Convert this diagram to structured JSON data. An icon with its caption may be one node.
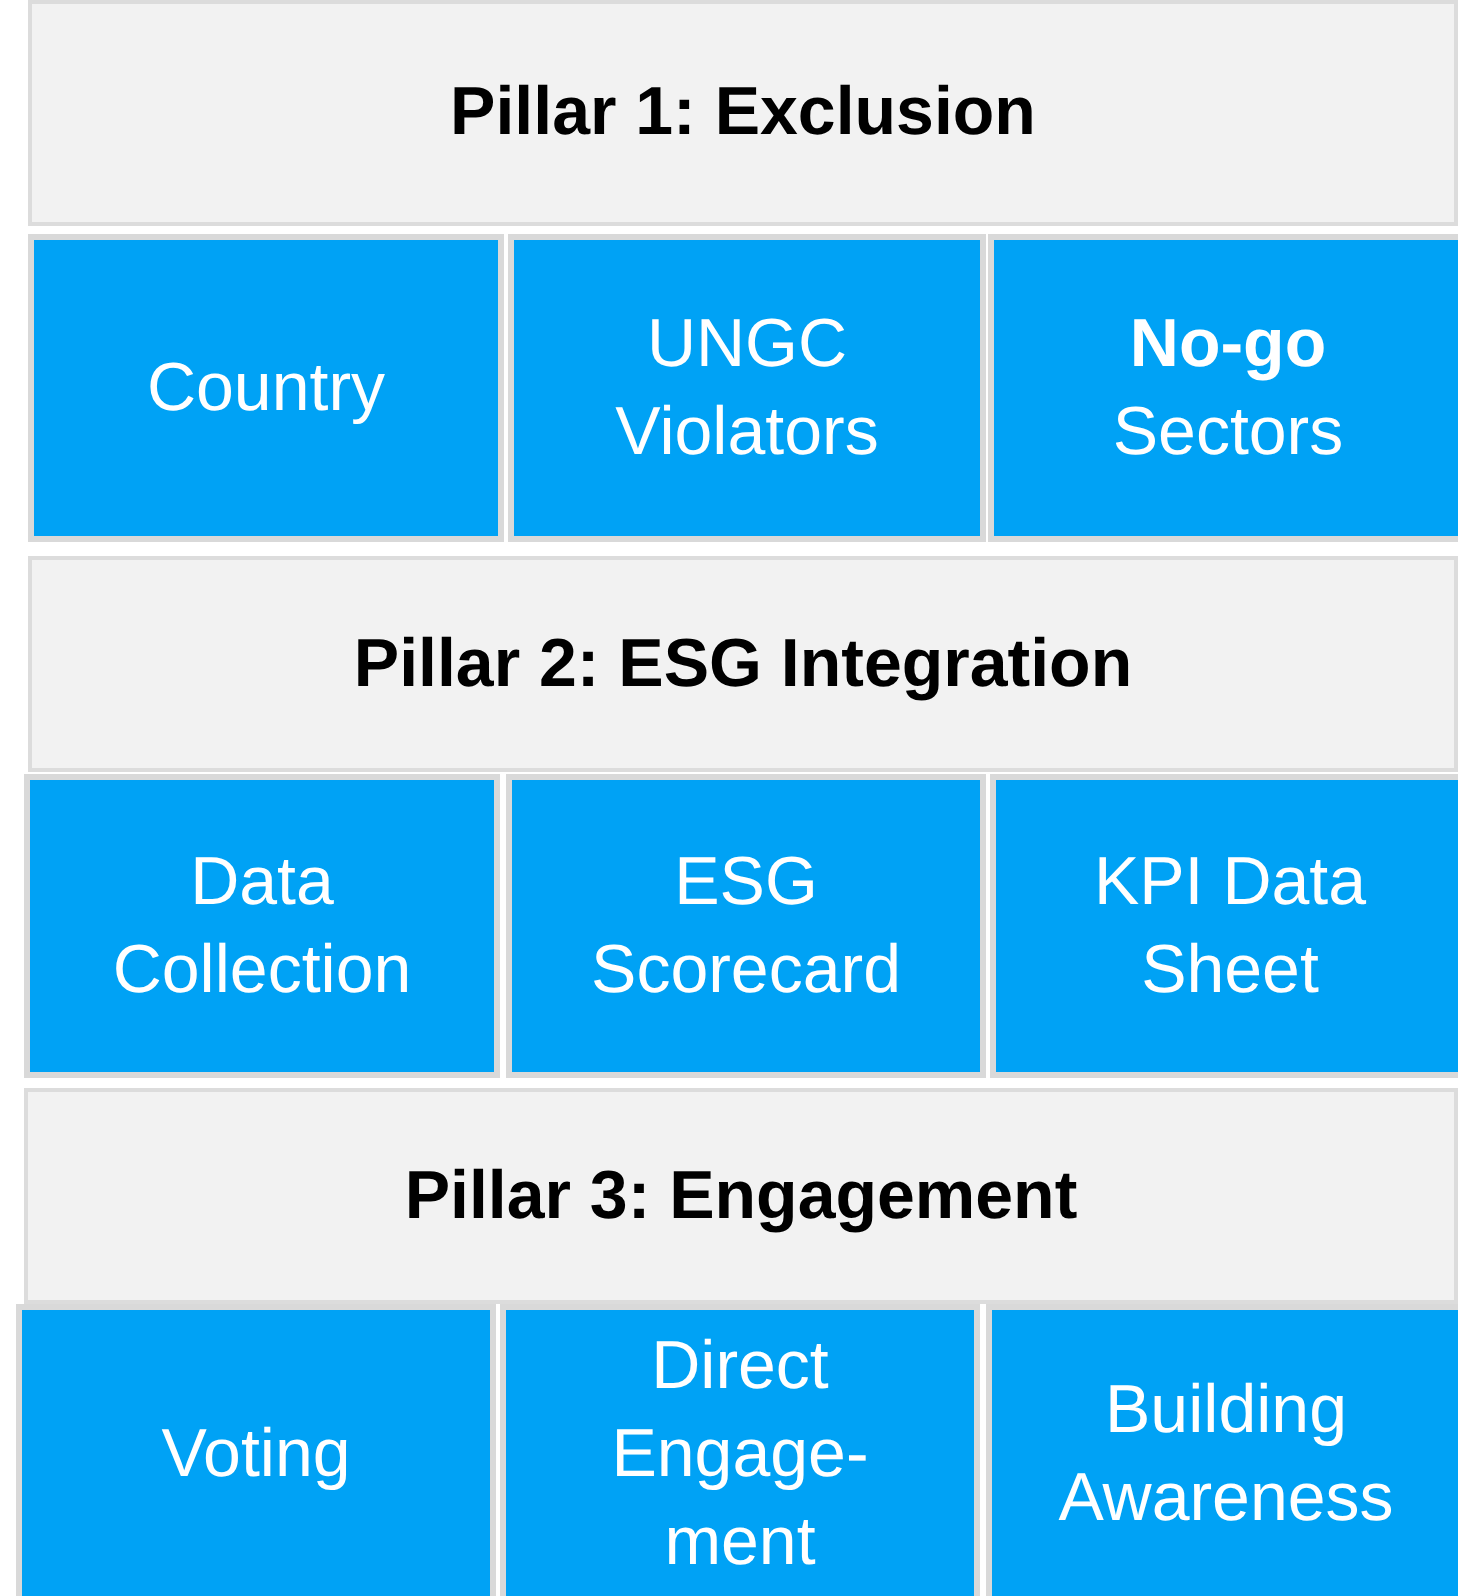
{
  "diagram": {
    "nodes": [
      {
        "text": [
          "Pillar 1: Exclusion"
        ]
      },
      {
        "text": [
          "Country"
        ]
      },
      {
        "text": [
          "UNGC Violators"
        ]
      },
      {
        "text": [
          "**No-go** Sectors"
        ]
      },
      {
        "text": [
          "Pillar 2: ESG Integration"
        ]
      },
      {
        "text": [
          "Data Collection"
        ]
      },
      {
        "text": [
          "ESG Scorecard"
        ]
      },
      {
        "text": [
          "KPI Data Sheet"
        ]
      },
      {
        "text": [
          "Pillar 3: Engagement"
        ]
      },
      {
        "text": [
          "Voting"
        ]
      },
      {
        "text": [
          "Direct Engage-ment"
        ]
      },
      {
        "text": [
          "Building Awareness"
        ]
      }
    ]
  }
}
